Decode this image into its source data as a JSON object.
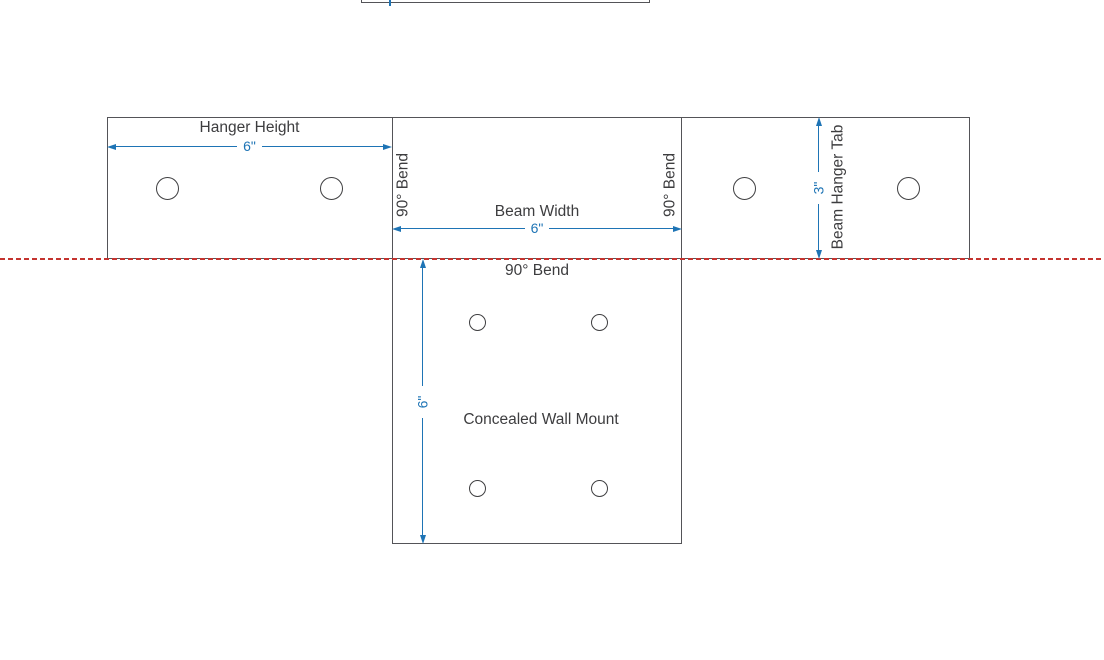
{
  "drawing": {
    "colors": {
      "outline": "#545458",
      "dimension_blue": "#1e74b5",
      "centerline_red": "#c4342f",
      "annotation_text": "#3d3d3f"
    },
    "annotations": {
      "hanger_height_label": "Hanger Height",
      "hanger_height_value": "6\"",
      "beam_width_label": "Beam Width",
      "beam_width_value": "6\"",
      "tab_height_value": "3\"",
      "beam_hanger_tab_label": "Beam Hanger Tab",
      "bend_left_label": "90° Bend",
      "bend_right_label": "90° Bend",
      "bend_bottom_label": "90° Bend",
      "mount_depth_value": "6\"",
      "part_name_label": "Concealed Wall Mount"
    }
  }
}
